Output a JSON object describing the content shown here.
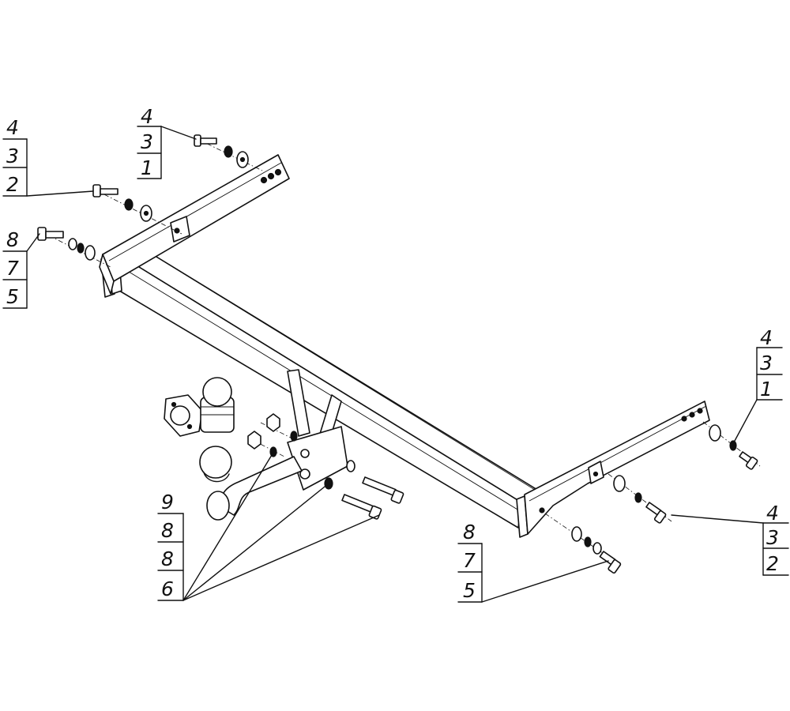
{
  "labels": {
    "upper_left_outer": [
      "4",
      "3",
      "2"
    ],
    "upper_left_top": [
      "4",
      "3",
      "1"
    ],
    "left_middle": [
      "8",
      "7",
      "5"
    ],
    "right_upper": [
      "4",
      "3",
      "1"
    ],
    "right_lower": [
      "4",
      "3",
      "2"
    ],
    "bottom_center": [
      "8",
      "7",
      "5"
    ],
    "bottom_left": [
      "9",
      "8",
      "8",
      "6"
    ]
  },
  "colors": {
    "line": "#111111",
    "background": "#ffffff"
  }
}
